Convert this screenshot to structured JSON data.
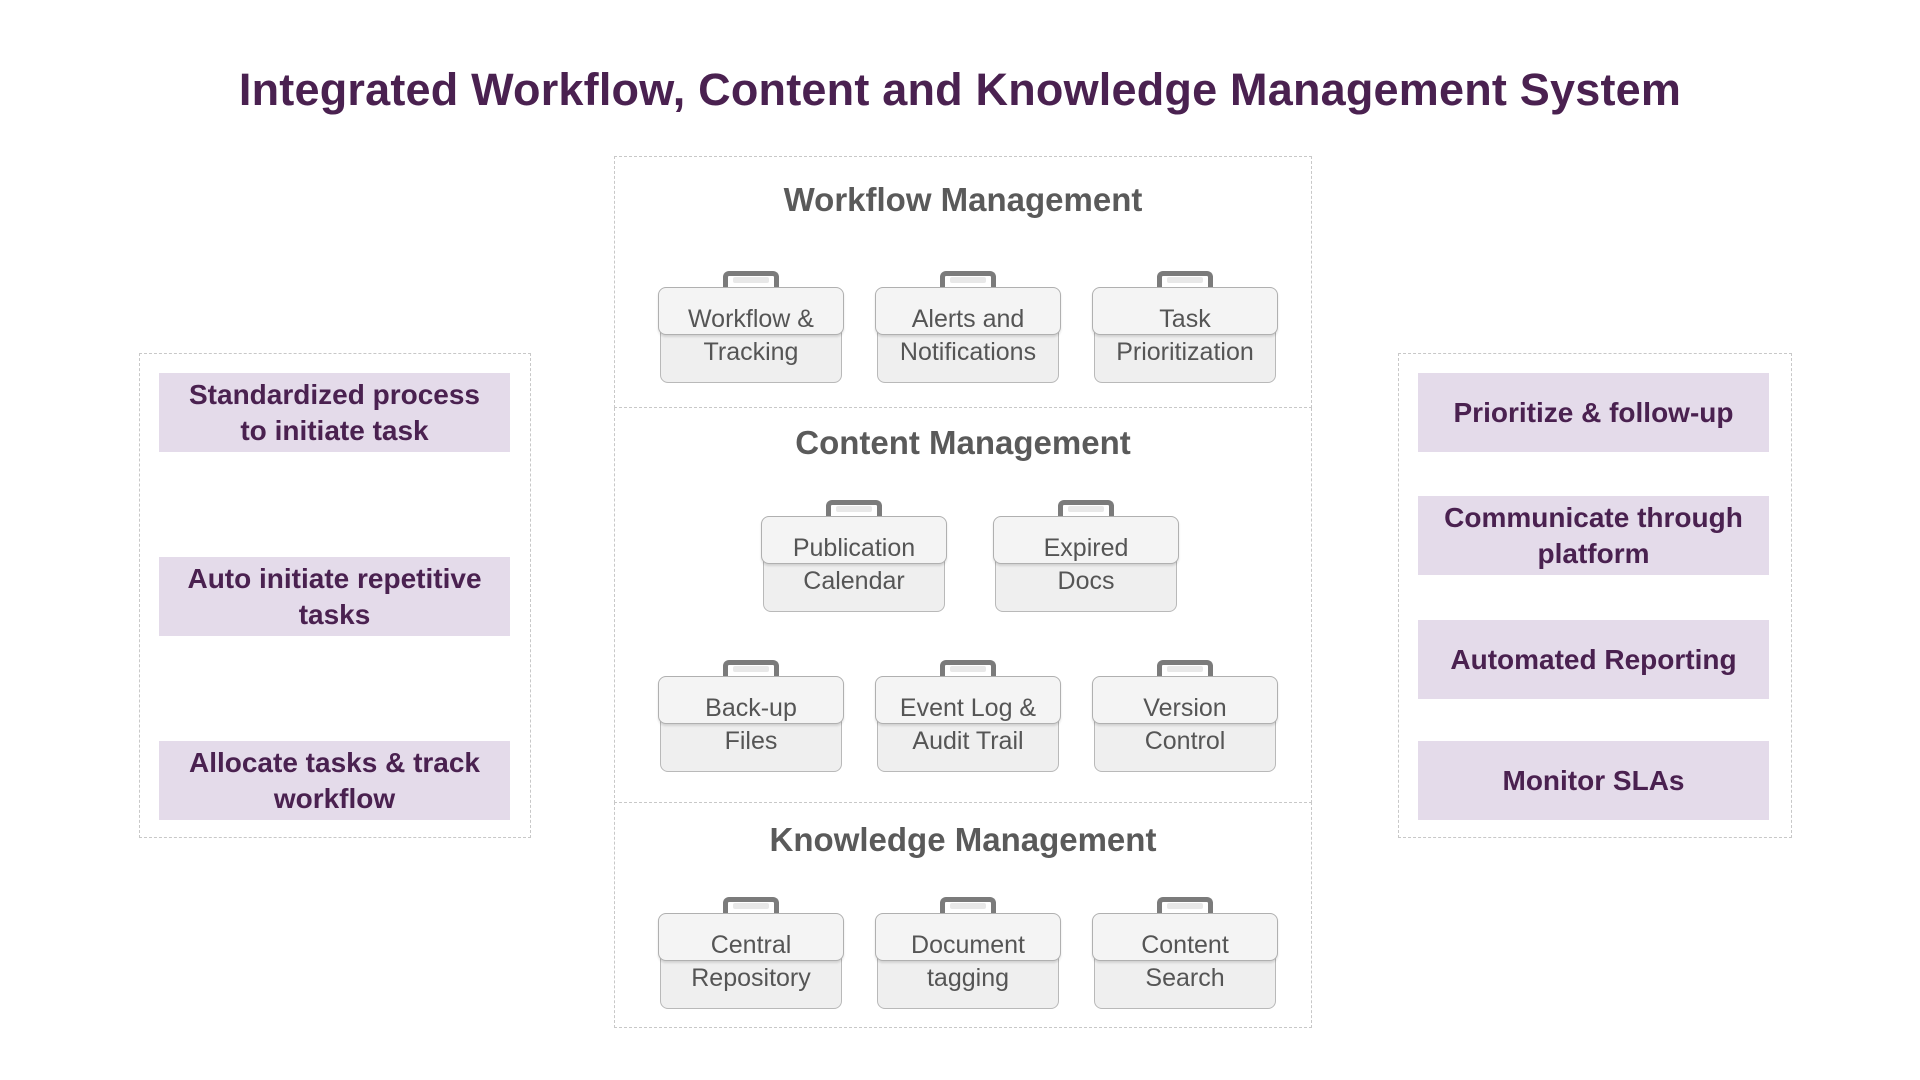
{
  "title": "Integrated Workflow, Content and Knowledge Management System",
  "left_panel": {
    "items": [
      "Standardized process to initiate task",
      "Auto initiate repetitive tasks",
      "Allocate tasks & track workflow"
    ]
  },
  "right_panel": {
    "items": [
      "Prioritize & follow-up",
      "Communicate through platform",
      "Automated Reporting",
      "Monitor SLAs"
    ]
  },
  "sections": {
    "workflow": {
      "title": "Workflow Management",
      "modules": [
        {
          "line1": "Workflow &",
          "line2": "Tracking"
        },
        {
          "line1": "Alerts and",
          "line2": "Notifications"
        },
        {
          "line1": "Task",
          "line2": "Prioritization"
        }
      ]
    },
    "content": {
      "title": "Content Management",
      "modules": [
        {
          "line1": "Publication",
          "line2": "Calendar"
        },
        {
          "line1": "Expired",
          "line2": "Docs"
        },
        {
          "line1": "Back-up",
          "line2": "Files"
        },
        {
          "line1": "Event Log &",
          "line2": "Audit Trail"
        },
        {
          "line1": "Version",
          "line2": "Control"
        }
      ]
    },
    "knowledge": {
      "title": "Knowledge Management",
      "modules": [
        {
          "line1": "Central",
          "line2": "Repository"
        },
        {
          "line1": "Document",
          "line2": "tagging"
        },
        {
          "line1": "Content",
          "line2": "Search"
        }
      ]
    }
  }
}
